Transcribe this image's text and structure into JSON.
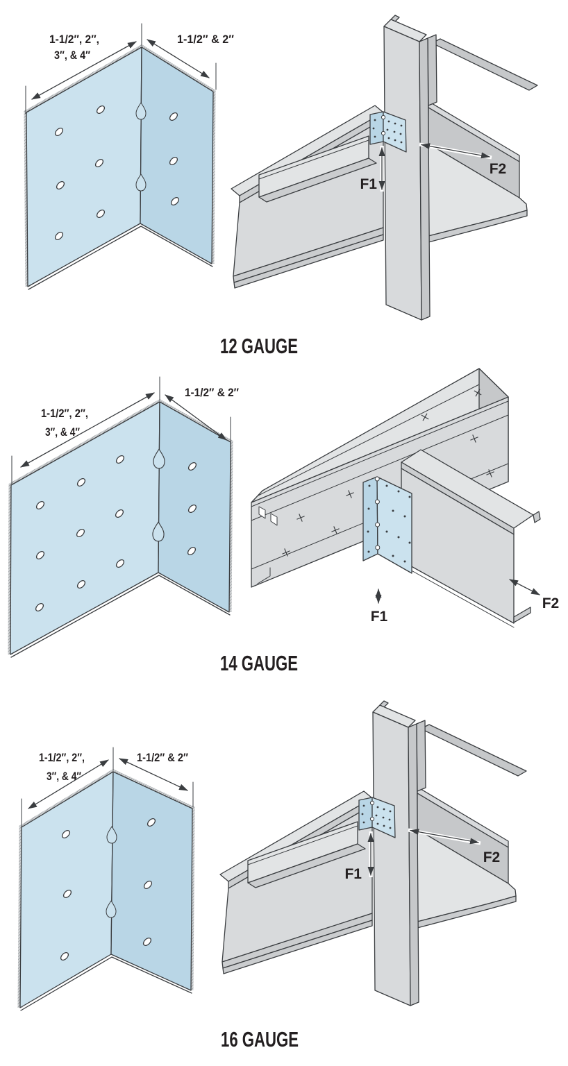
{
  "colors": {
    "line": "#3a3d40",
    "text": "#231f20",
    "clip_light": "#cbe2ee",
    "clip_shade": "#b9d6e6",
    "steel_top": "#e2e4e5",
    "steel_front": "#d8dadc",
    "steel_side": "#c6c8ca",
    "steel_edge": "#cbcdcf"
  },
  "sections": [
    {
      "id": "12-gauge",
      "caption": "12 GAUGE",
      "left_dim_line1": "1-1/2″, 2″,",
      "left_dim_line2": "3″, & 4″",
      "right_dim": "1-1/2″ & 2″",
      "force1": "F1",
      "force2": "F2"
    },
    {
      "id": "14-gauge",
      "caption": "14 GAUGE",
      "left_dim_line1": "1-1/2″, 2″,",
      "left_dim_line2": "3″, & 4″",
      "right_dim": "1-1/2″ & 2″",
      "force1": "F1",
      "force2": "F2"
    },
    {
      "id": "16-gauge",
      "caption": "16 GAUGE",
      "left_dim_line1": "1-1/2″, 2″,",
      "left_dim_line2": "3″, & 4″",
      "right_dim": "1-1/2″ & 2″",
      "force1": "F1",
      "force2": "F2"
    }
  ]
}
